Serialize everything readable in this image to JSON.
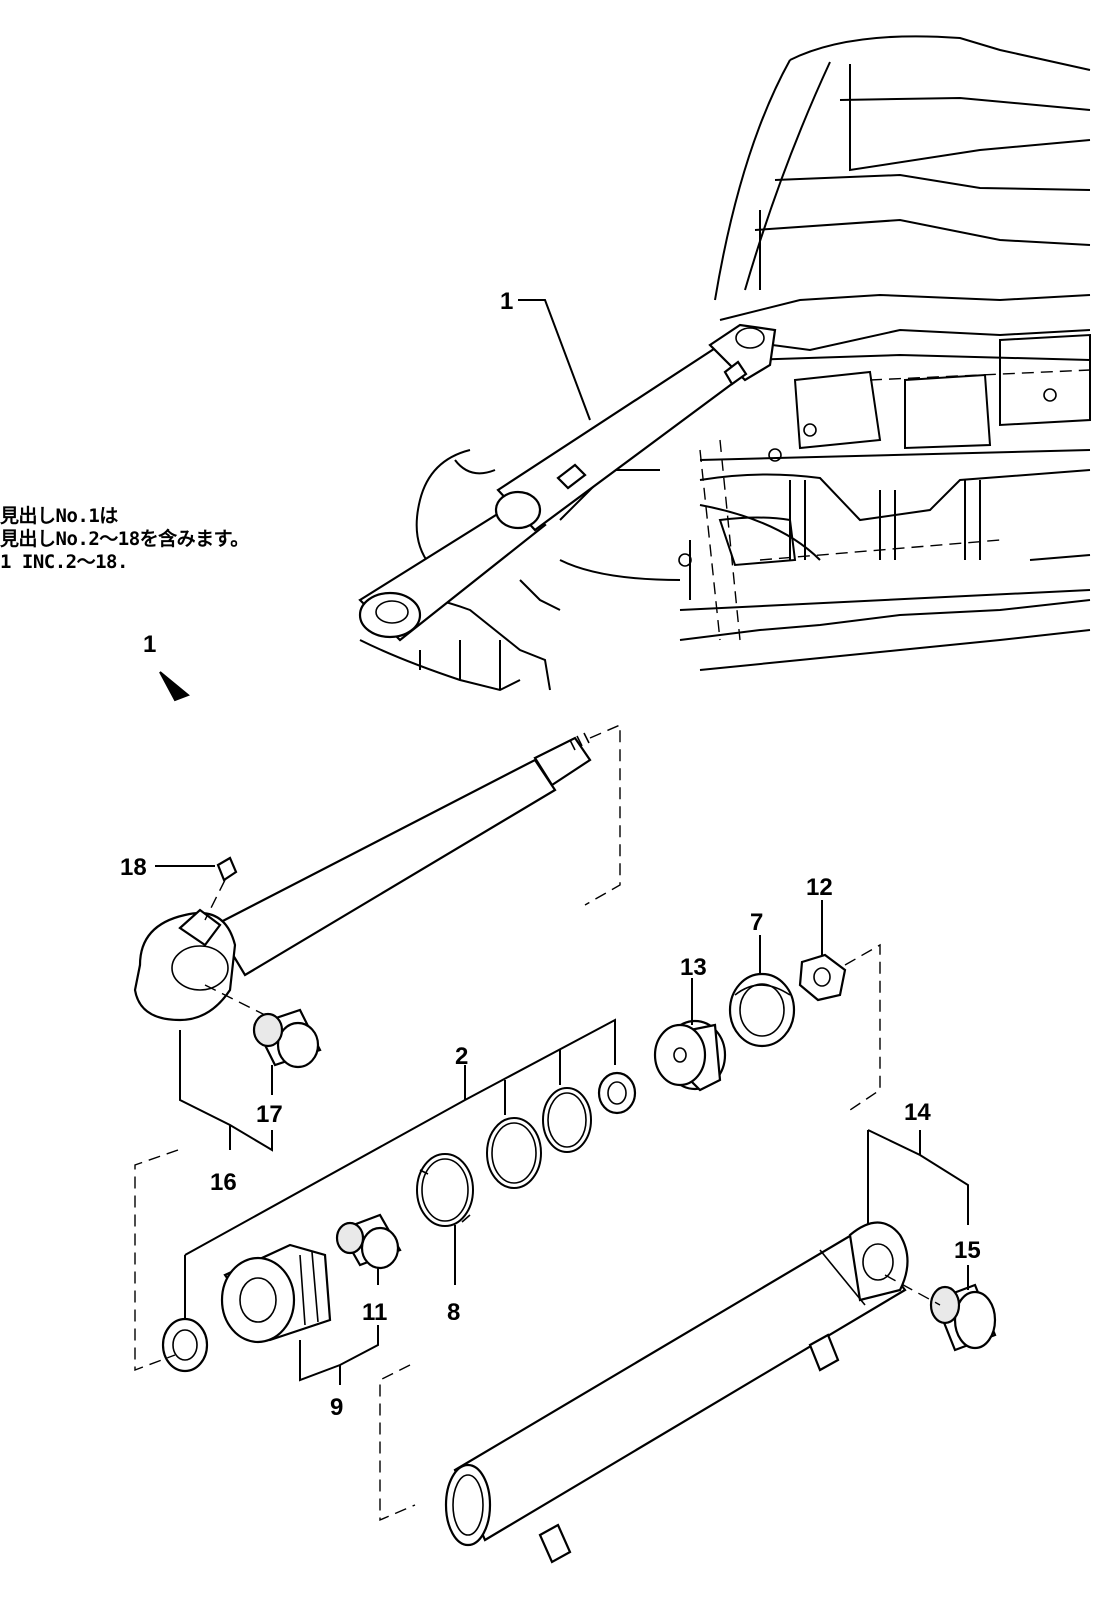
{
  "note": {
    "line1": "見出しNo.1は",
    "line2": "見出しNo.2～18を含みます。",
    "line3": "1 INC.2～18."
  },
  "callouts": {
    "c1_assembly": "1",
    "c1_view": "1",
    "c2": "2",
    "c7": "7",
    "c8": "8",
    "c9": "9",
    "c11": "11",
    "c12": "12",
    "c13": "13",
    "c14": "14",
    "c15": "15",
    "c16": "16",
    "c17": "17",
    "c18": "18"
  },
  "colors": {
    "ink": "#000000",
    "paper": "#ffffff",
    "shade": "#e9e9e9"
  }
}
